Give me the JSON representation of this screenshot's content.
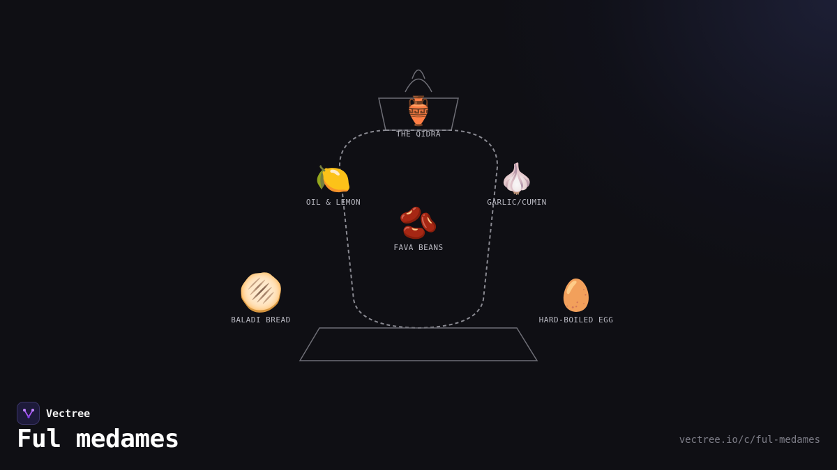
{
  "brand": {
    "name": "Vectree",
    "logo_icon": "vectree-logo-icon",
    "accent": "#a855f7"
  },
  "page": {
    "title": "Ful medames",
    "url": "vectree.io/c/ful-medames"
  },
  "colors": {
    "background": "#0f0f14",
    "outline": "#6e6e76",
    "dashed_outline": "#8a8a92",
    "label": "#b9b9c2"
  },
  "nodes": {
    "qidra": {
      "label": "THE QIDRA",
      "icon": "amphora-icon",
      "glyph": "🏺"
    },
    "oil_lemon": {
      "label": "OIL & LEMON",
      "icon": "lemon-icon",
      "glyph": "🍋"
    },
    "garlic_cumin": {
      "label": "GARLIC/CUMIN",
      "icon": "garlic-icon",
      "glyph": "🧄"
    },
    "fava_beans": {
      "label": "FAVA BEANS",
      "icon": "beans-icon",
      "glyph": "🫘"
    },
    "baladi_bread": {
      "label": "BALADI BREAD",
      "icon": "flatbread-icon",
      "glyph": "🫓"
    },
    "egg": {
      "label": "HARD-BOILED EGG",
      "icon": "egg-icon",
      "glyph": "🥚"
    }
  }
}
